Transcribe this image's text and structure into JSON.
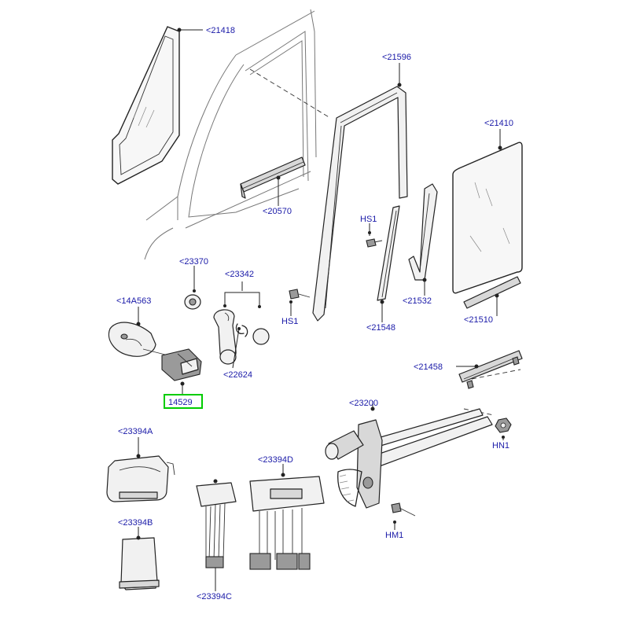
{
  "labels": {
    "l21418": "<21418",
    "l21596": "<21596",
    "l21410": "<21410",
    "l20570": "<20570",
    "hs1_upper": "HS1",
    "l23370": "<23370",
    "l23342": "<23342",
    "l21532": "<21532",
    "l14a563": "<14A563",
    "hs1_lower": "HS1",
    "l21510": "<21510",
    "l21548": "<21548",
    "l21458": "<21458",
    "l22624": "<22624",
    "l23200": "<23200",
    "l23394a": "<23394A",
    "hn1": "HN1",
    "l23394d": "<23394D",
    "l23394b": "<23394B",
    "hm1": "HM1",
    "l23394c": "<23394C",
    "l14529": "14529"
  },
  "colors": {
    "label_text": "#1a1aa8",
    "selection_highlight": "#00cc00",
    "line_art": "#222222",
    "background": "#ffffff"
  },
  "selected_part": "14529"
}
